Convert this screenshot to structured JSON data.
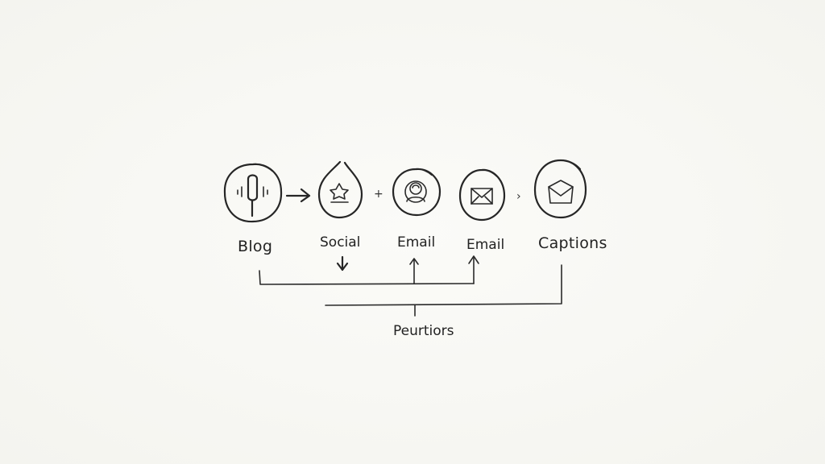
{
  "nodes": [
    {
      "label": "Blog",
      "icon": "microphone-icon"
    },
    {
      "label": "Social",
      "icon": "star-icon"
    },
    {
      "label": "Email",
      "icon": "person-icon"
    },
    {
      "label": "Email",
      "icon": "envelope-icon"
    },
    {
      "label": "Captions",
      "icon": "envelope-icon"
    }
  ],
  "separators": [
    "+",
    "›"
  ],
  "bottom_label": "Peurtiors",
  "colors": {
    "ink": "#262626",
    "background": "#f6f6f2"
  }
}
